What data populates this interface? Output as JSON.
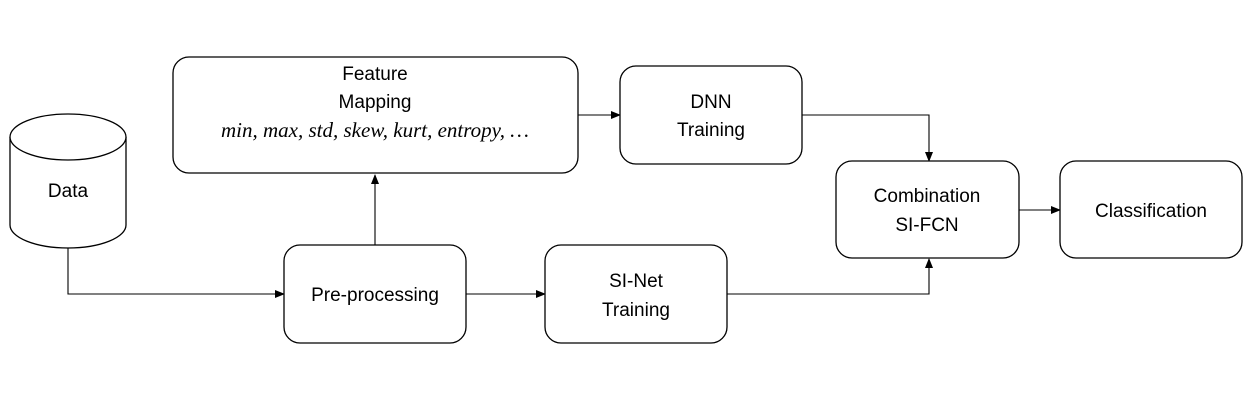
{
  "nodes": {
    "data": {
      "label": "Data"
    },
    "feature_mapping": {
      "line1": "Feature",
      "line2": "Mapping",
      "formula": "min, max, std, skew, kurt, entropy, …"
    },
    "dnn_training": {
      "line1": "DNN",
      "line2": "Training"
    },
    "preprocessing": {
      "label": "Pre-processing"
    },
    "sinet_training": {
      "line1": "SI-Net",
      "line2": "Training"
    },
    "combination": {
      "line1": "Combination",
      "line2": "SI-FCN"
    },
    "classification": {
      "label": "Classification"
    }
  },
  "colors": {
    "stroke": "#000000",
    "fill": "#ffffff"
  }
}
